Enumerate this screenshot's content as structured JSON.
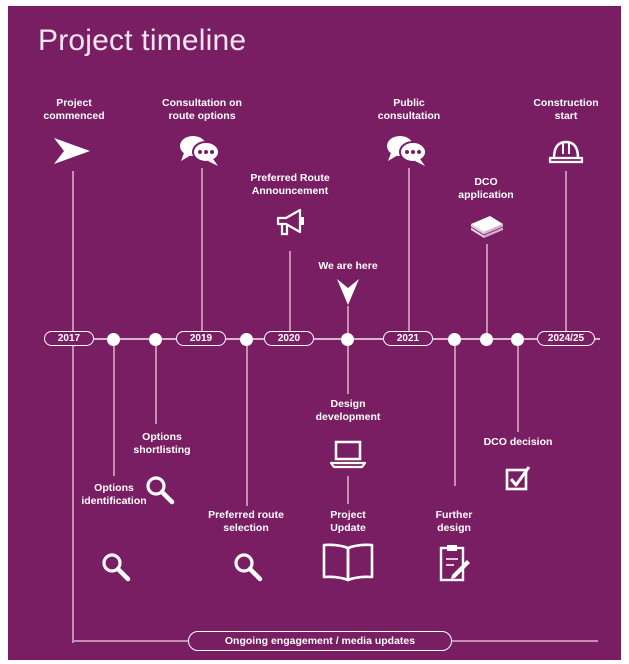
{
  "title": "Project timeline",
  "years": {
    "y2017": "2017",
    "y2019": "2019",
    "y2020": "2020",
    "y2021": "2021",
    "y2024": "2024/25"
  },
  "milestones_above": {
    "project_commenced": [
      "Project",
      "commenced"
    ],
    "consultation_route_options": [
      "Consultation on",
      "route options"
    ],
    "preferred_route_announcement": [
      "Preferred Route",
      "Announcement"
    ],
    "we_are_here": "We are here",
    "public_consultation": [
      "Public",
      "consultation"
    ],
    "dco_application": [
      "DCO",
      "application"
    ],
    "construction_start": [
      "Construction",
      "start"
    ]
  },
  "milestones_below": {
    "options_identification": [
      "Options",
      "identification"
    ],
    "options_shortlisting": [
      "Options",
      "shortlisting"
    ],
    "preferred_route_selection": [
      "Preferred route",
      "selection"
    ],
    "design_development": [
      "Design",
      "development"
    ],
    "project_update": [
      "Project",
      "Update"
    ],
    "further_design": [
      "Further",
      "design"
    ],
    "dco_decision": "DCO decision"
  },
  "footer": "Ongoing engagement / media updates",
  "colors": {
    "background": "#7a1e63",
    "foreground": "#ffffff",
    "connector": "#c48fb2"
  },
  "icons": {
    "project_commenced": "arrow-pointer-icon",
    "consultation_route_options": "speech-bubbles-icon",
    "preferred_route_announcement": "megaphone-icon",
    "we_are_here": "down-arrow-icon",
    "public_consultation": "speech-bubbles-icon",
    "dco_application": "document-stack-icon",
    "construction_start": "hard-hat-icon",
    "options_identification": "magnifier-icon",
    "options_shortlisting": "magnifier-icon",
    "preferred_route_selection": "magnifier-icon",
    "design_development": "laptop-icon",
    "project_update": "open-book-icon",
    "further_design": "clipboard-icon",
    "dco_decision": "checkbox-icon"
  }
}
